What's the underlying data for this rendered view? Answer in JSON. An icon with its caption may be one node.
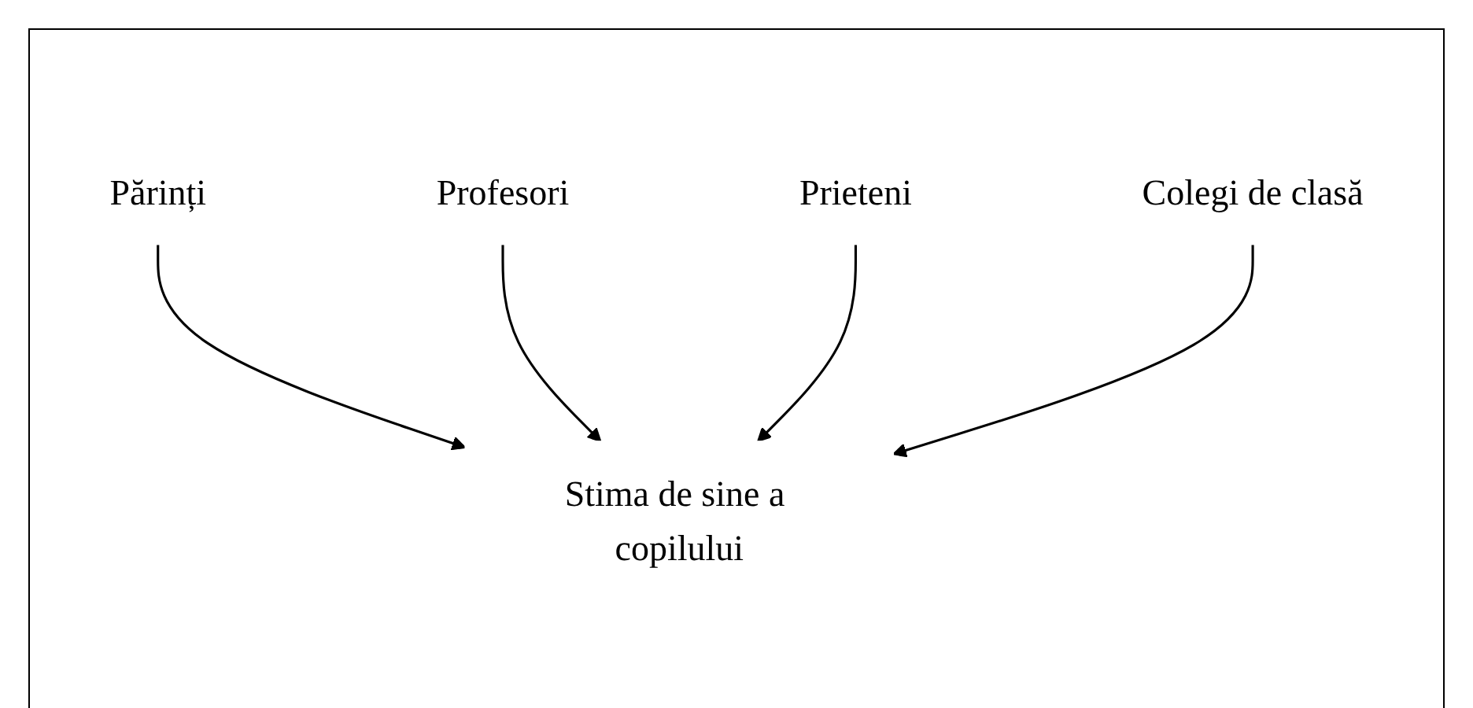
{
  "diagram": {
    "nodes": [
      {
        "text": [
          "Părinți"
        ]
      },
      {
        "text": [
          "Profesori"
        ]
      },
      {
        "text": [
          "Stima de sine a copilului"
        ]
      },
      {
        "text": [
          "Prieteni"
        ]
      },
      {
        "text": [
          "Colegi de clasă"
        ]
      }
    ],
    "edges": [
      {
        "from": 0,
        "to": 2,
        "arrow": "to"
      },
      {
        "from": 1,
        "to": 2,
        "arrow": "to"
      },
      {
        "from": 3,
        "to": 2,
        "arrow": "to"
      },
      {
        "from": 4,
        "to": 2,
        "arrow": "to"
      }
    ]
  }
}
